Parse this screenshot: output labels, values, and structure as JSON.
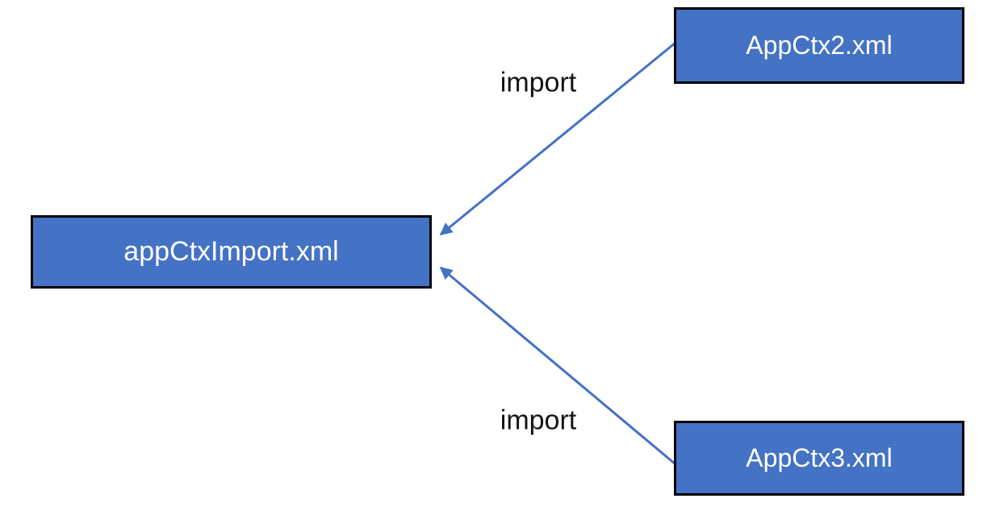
{
  "diagram": {
    "title": "",
    "colors": {
      "node_fill": "#4472c4",
      "node_border": "#000000",
      "node_text": "#ffffff",
      "arrow": "#4472c4",
      "edge_label_text": "#141414",
      "background": "#ffffff"
    },
    "nodes": [
      {
        "id": "appCtxImport",
        "label": "appCtxImport.xml",
        "position": "middle-left"
      },
      {
        "id": "AppCtx2",
        "label": "AppCtx2.xml",
        "position": "top-right"
      },
      {
        "id": "AppCtx3",
        "label": "AppCtx3.xml",
        "position": "bottom-right"
      }
    ],
    "edges": [
      {
        "from": "AppCtx2",
        "to": "appCtxImport",
        "label": "import",
        "direction": "arrow-into-appCtxImport"
      },
      {
        "from": "AppCtx3",
        "to": "appCtxImport",
        "label": "import",
        "direction": "arrow-into-appCtxImport"
      }
    ]
  }
}
